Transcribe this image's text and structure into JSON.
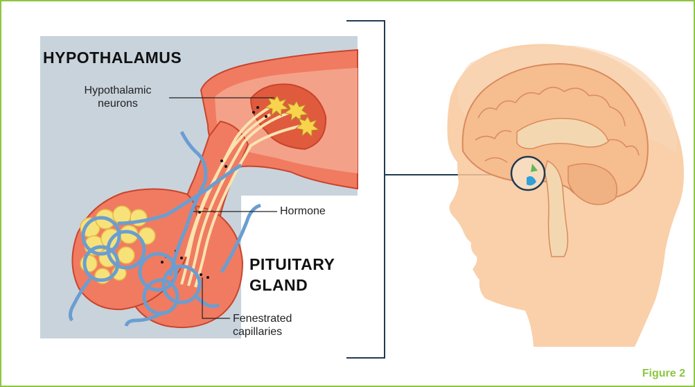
{
  "labels": {
    "hypothalamus": "HYPOTHALAMUS",
    "hypothalamic_neurons_line1": "Hypothalamic",
    "hypothalamic_neurons_line2": "neurons",
    "hormone": "Hormone",
    "pituitary_line1": "PITUITARY",
    "pituitary_line2": "GLAND",
    "fenestrated_line1": "Fenestrated",
    "fenestrated_line2": "capillaries"
  },
  "figure_label": "Figure 2",
  "colors": {
    "frame_border": "#8cc63f",
    "background_panel": "#c9d3dc",
    "tissue": "#f07b61",
    "tissue_dark": "#c8442c",
    "capillary": "#6a9ed1",
    "axon": "#fbe3b0",
    "neuron": "#f7d44c",
    "head_skin": "#f8c89b",
    "brain": "#f6bd8f",
    "connector_line": "#1f3a52",
    "highlight_green": "#5cb85c",
    "highlight_blue": "#2fa0d8"
  }
}
